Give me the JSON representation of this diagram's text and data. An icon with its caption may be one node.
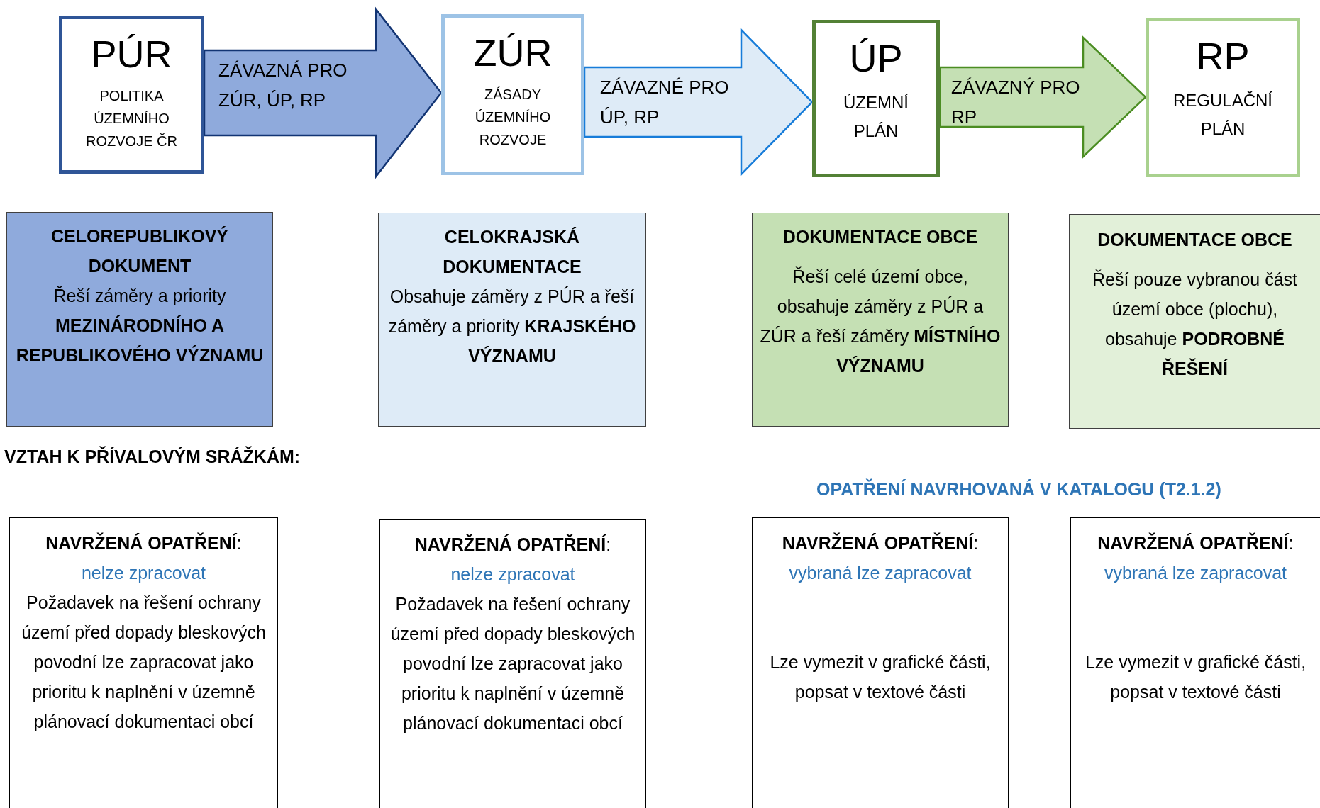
{
  "diagram": {
    "nodes": [
      {
        "text": [
          "PÚR",
          "POLITIKA ÚZEMNÍHO ROZVOJE ČR"
        ]
      },
      {
        "text": [
          "ZÚR",
          "ZÁSADY ÚZEMNÍHO ROZVOJE"
        ]
      },
      {
        "text": [
          "ÚP",
          "ÚZEMNÍ PLÁN"
        ]
      },
      {
        "text": [
          "RP",
          "REGULAČNÍ PLÁN"
        ]
      },
      {
        "text": [
          "CELOREPUBLIKOVÝ DOKUMENT",
          "Řeší záměry a priority **MEZINÁRODNÍHO A REPUBLIKOVÉHO VÝZNAMU**"
        ]
      },
      {
        "text": [
          "CELOKRAJSKÁ DOKUMENTACE",
          "Obsahuje záměry z PÚR a řeší záměry a priority **KRAJSKÉHO VÝZNAMU**"
        ]
      },
      {
        "text": [
          "DOKUMENTACE OBCE",
          "Řeší celé území obce, obsahuje záměry z PÚR a ZÚR a řeší záměry **MÍSTNÍHO VÝZNAMU**"
        ]
      },
      {
        "text": [
          "DOKUMENTACE OBCE",
          "Řeší pouze vybranou část území obce (plochu), obsahuje **PODROBNÉ ŘEŠENÍ**"
        ]
      },
      {
        "text": [
          "**NAVRŽENÁ OPATŘENÍ**:",
          "nelze zpracovat",
          "Požadavek na řešení ochrany území před dopady bleskových povodní lze zapracovat jako prioritu k naplnění v územně plánovací dokumentaci obcí"
        ]
      },
      {
        "text": [
          "**NAVRŽENÁ OPATŘENÍ**:",
          "nelze zpracovat",
          "Požadavek na řešení ochrany území před dopady bleskových povodní lze zapracovat jako prioritu k naplnění v územně plánovací dokumentaci obcí"
        ]
      },
      {
        "text": [
          "**NAVRŽENÁ OPATŘENÍ**:",
          "vybraná lze zapracovat",
          "Lze vymezit v grafické části, popsat v textové části"
        ]
      },
      {
        "text": [
          "**NAVRŽENÁ OPATŘENÍ**:",
          "vybraná lze zapracovat",
          "Lze vymezit v grafické části, popsat v textové části"
        ]
      }
    ],
    "edges": [
      {
        "from": 0,
        "to": 1,
        "arrow": "to",
        "label": "ZÁVAZNÁ PRO ZÚR, ÚP, RP",
        "color": "#8faadc"
      },
      {
        "from": 1,
        "to": 2,
        "arrow": "to",
        "label": "ZÁVAZNÉ PRO ÚP, RP",
        "color": "#deebf7"
      },
      {
        "from": 2,
        "to": 3,
        "arrow": "to",
        "label": "ZÁVAZNÝ PRO RP",
        "color": "#c5e0b4"
      }
    ],
    "labels": [
      "VZTAH K PŘÍVALOVÝM SRÁŽKÁM:",
      "OPATŘENÍ NAVRHOVANÁ V KATALOGU (T2.1.2)"
    ]
  }
}
